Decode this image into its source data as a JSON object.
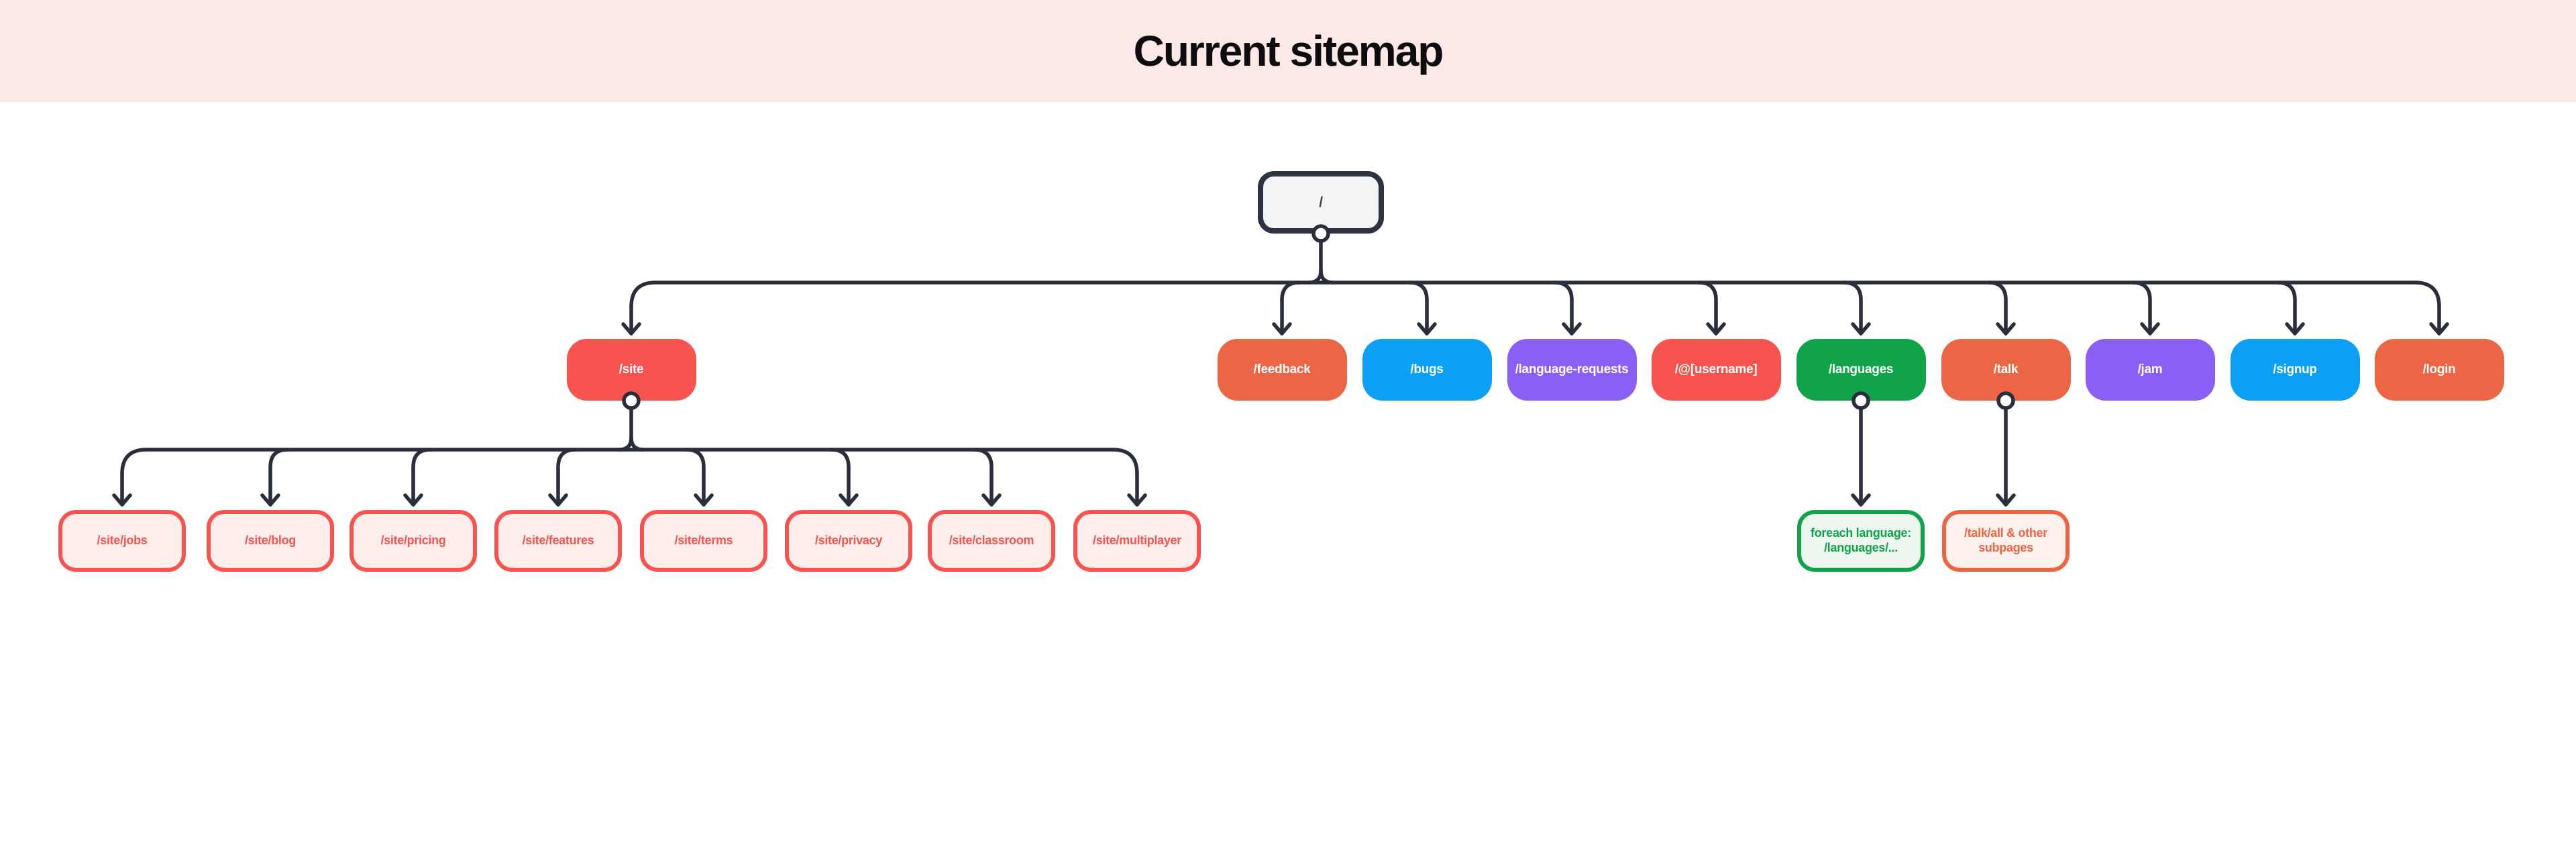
{
  "header": {
    "title": "Current sitemap"
  },
  "colors": {
    "banner_bg": "#fce8e6",
    "title_text": "#0d0d0f",
    "canvas_bg": "#ffffff",
    "connector": "#2a2d3a",
    "root_fill": "#f4f4f5",
    "root_border": "#2f3241",
    "root_text": "#3c3f4a",
    "node_text_light": "#ffffff",
    "red": "#f8544f",
    "orange": "#ec6645",
    "blue": "#0ba0f5",
    "purple": "#8a5ff5",
    "green": "#11a34a",
    "red_tint": "#fdeeec",
    "orange_tint": "#fdf1ed",
    "green_tint": "#edf7f0"
  },
  "sitemap": {
    "root": {
      "id": "root",
      "label": "/"
    },
    "children": [
      {
        "id": "site",
        "label": "/site",
        "color": "red",
        "children": [
          {
            "id": "site-jobs",
            "label": "/site/jobs",
            "color": "red"
          },
          {
            "id": "site-blog",
            "label": "/site/blog",
            "color": "red"
          },
          {
            "id": "site-pricing",
            "label": "/site/pricing",
            "color": "red"
          },
          {
            "id": "site-features",
            "label": "/site/features",
            "color": "red"
          },
          {
            "id": "site-terms",
            "label": "/site/terms",
            "color": "red"
          },
          {
            "id": "site-privacy",
            "label": "/site/privacy",
            "color": "red"
          },
          {
            "id": "site-classroom",
            "label": "/site/classroom",
            "color": "red"
          },
          {
            "id": "site-multiplayer",
            "label": "/site/multiplayer",
            "color": "red"
          }
        ]
      },
      {
        "id": "feedback",
        "label": "/feedback",
        "color": "orange"
      },
      {
        "id": "bugs",
        "label": "/bugs",
        "color": "blue"
      },
      {
        "id": "language-requests",
        "label": "/language-requests",
        "color": "purple"
      },
      {
        "id": "username",
        "label": "/@[username]",
        "color": "red"
      },
      {
        "id": "languages",
        "label": "/languages",
        "color": "green",
        "children": [
          {
            "id": "languages-foreach",
            "label": "foreach language:\n/languages/...",
            "color": "green"
          }
        ]
      },
      {
        "id": "talk",
        "label": "/talk",
        "color": "orange",
        "children": [
          {
            "id": "talk-all",
            "label": "/talk/all & other\nsubpages",
            "color": "orange"
          }
        ]
      },
      {
        "id": "jam",
        "label": "/jam",
        "color": "purple"
      },
      {
        "id": "signup",
        "label": "/signup",
        "color": "blue"
      },
      {
        "id": "login",
        "label": "/login",
        "color": "orange"
      }
    ]
  }
}
